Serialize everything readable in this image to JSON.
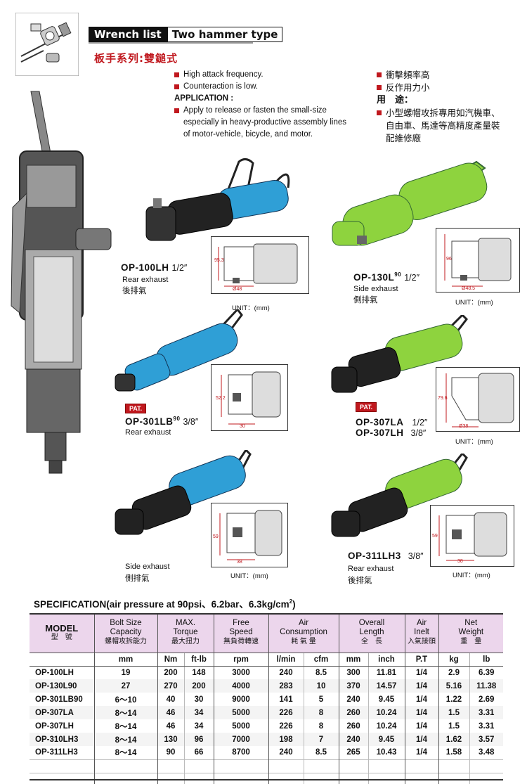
{
  "header": {
    "title_black": "Wrench list",
    "title_white": "Two hammer type",
    "subtitle_zh": "板手系列:雙鎚式"
  },
  "features_en": {
    "b1": "High attack frequency.",
    "b2": "Counteraction is low.",
    "application_label": "APPLICATION :",
    "b3_line1": "Apply to release or fasten the small-size",
    "b3_line2": "especially in heavy-productive assembly lines",
    "b3_line3": "of motor-vehicle, bicycle, and motor."
  },
  "features_zh": {
    "b1": "衝擊頻率高",
    "b2": "反作用力小",
    "application_label": "用　途：",
    "b3_line1": "小型螺帽攻拆專用如汽機車、",
    "b3_line2": "自由車、馬達等高精度產量裝",
    "b3_line3": "配維修廠"
  },
  "products": {
    "p1": {
      "name": "OP-100LH",
      "size": "1/2″",
      "exhaust_en": "Rear exhaust",
      "exhaust_zh": "後排氣",
      "dim_h": "95.3",
      "dim_w": "Ø48",
      "color": "#2f9fd6"
    },
    "p2": {
      "name": "OP-130L",
      "sup": "90",
      "size": "1/2″",
      "exhaust_en": "Side exhaust",
      "exhaust_zh": "側排氣",
      "dim_h": "96",
      "dim_w": "Ø48.5",
      "color": "#8ed33e"
    },
    "p3": {
      "name": "OP-301LB",
      "sup": "90",
      "size": "3/8″",
      "exhaust_en": "Rear exhaust",
      "dim_h": "52.2",
      "dim_w": "30",
      "color": "#2f9fd6",
      "pat": "PAT."
    },
    "p4": {
      "name1": "OP-307LA",
      "size1": "1/2″",
      "name2": "OP-307LH",
      "size2": "3/8″",
      "dim_h": "79.6",
      "dim_w": "Ø38",
      "color": "#8ed33e",
      "pat": "PAT."
    },
    "p5": {
      "exhaust_en": "Side exhaust",
      "exhaust_zh": "側排氣",
      "dim_h": "59",
      "dim_w": "38",
      "color": "#2f9fd6"
    },
    "p6": {
      "name": "OP-311LH3",
      "size": "3/8″",
      "exhaust_en": "Rear exhaust",
      "exhaust_zh": "後排氣",
      "dim_h": "59",
      "dim_w": "38",
      "color": "#8ed33e"
    }
  },
  "unit_label": "UNIT：(mm)",
  "spec": {
    "title": "SPECIFICATION(air pressure at 90psi、6.2bar、6.3kg/cm",
    "title_sup": "2",
    "title_end": ")",
    "headers": {
      "model_en": "MODEL",
      "model_zh": "型　號",
      "bolt_en1": "Bolt Size",
      "bolt_en2": "Capacity",
      "bolt_zh": "螺帽攻拆能力",
      "torque_en1": "MAX.",
      "torque_en2": "Torque",
      "torque_zh": "最大扭力",
      "speed_en1": "Free",
      "speed_en2": "Speed",
      "speed_zh": "無負荷轉速",
      "air_en1": "Air",
      "air_en2": "Consumption",
      "air_zh": "耗 氣 量",
      "len_en1": "Overall",
      "len_en2": "Length",
      "len_zh": "全　長",
      "inlet_en1": "Air",
      "inlet_en2": "Inelt",
      "inlet_zh": "入氣接頭",
      "weight_en1": "Net",
      "weight_en2": "Weight",
      "weight_zh": "重　量"
    },
    "units": [
      "mm",
      "Nm",
      "ft-lb",
      "rpm",
      "l/min",
      "cfm",
      "mm",
      "inch",
      "P.T",
      "kg",
      "lb"
    ],
    "rows": [
      [
        "OP-100LH",
        "19",
        "200",
        "148",
        "3000",
        "240",
        "8.5",
        "300",
        "11.81",
        "1/4",
        "2.9",
        "6.39"
      ],
      [
        "OP-130L90",
        "27",
        "270",
        "200",
        "4000",
        "283",
        "10",
        "370",
        "14.57",
        "1/4",
        "5.16",
        "11.38"
      ],
      [
        "OP-301LB90",
        "6～10",
        "40",
        "30",
        "9000",
        "141",
        "5",
        "240",
        "9.45",
        "1/4",
        "1.22",
        "2.69"
      ],
      [
        "OP-307LA",
        "8～14",
        "46",
        "34",
        "5000",
        "226",
        "8",
        "260",
        "10.24",
        "1/4",
        "1.5",
        "3.31"
      ],
      [
        "OP-307LH",
        "8～14",
        "46",
        "34",
        "5000",
        "226",
        "8",
        "260",
        "10.24",
        "1/4",
        "1.5",
        "3.31"
      ],
      [
        "OP-310LH3",
        "8～14",
        "130",
        "96",
        "7000",
        "198",
        "7",
        "240",
        "9.45",
        "1/4",
        "1.62",
        "3.57"
      ],
      [
        "OP-311LH3",
        "8～14",
        "90",
        "66",
        "8700",
        "240",
        "8.5",
        "265",
        "10.43",
        "1/4",
        "1.58",
        "3.48"
      ]
    ]
  }
}
